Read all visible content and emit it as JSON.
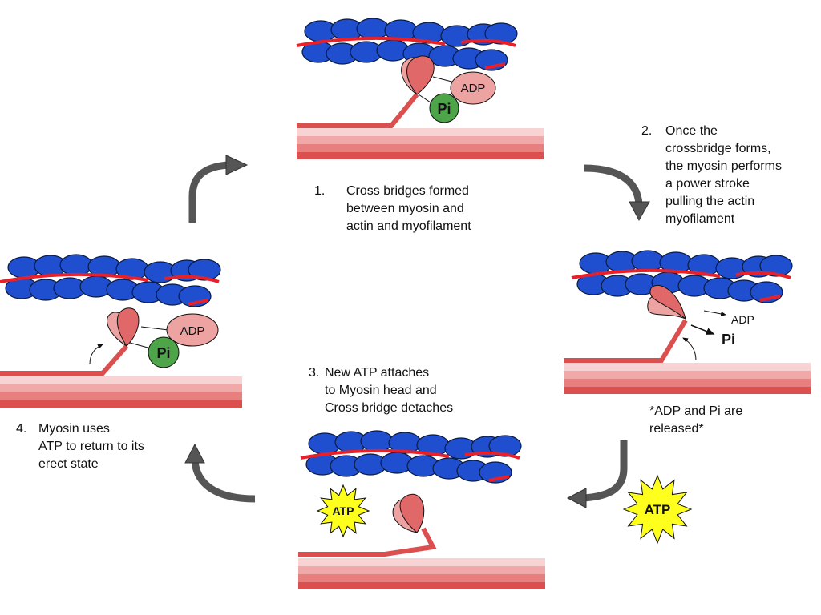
{
  "steps": [
    {
      "number": "1.",
      "text": "Cross bridges formed\nbetween myosin and\nactin and myofilament"
    },
    {
      "number": "2.",
      "text": "Once the\ncrossbridge forms,\nthe myosin performs\na power stroke\npulling the actin\nmyofilament"
    },
    {
      "number": "3.",
      "text": "New ATP attaches\nto Myosin head and\nCross bridge detaches"
    },
    {
      "number": "4.",
      "text": "Myosin uses\nATP to return to its\nerect state"
    }
  ],
  "release_note": "*ADP and Pi are\nreleased*",
  "molecules": {
    "adp": "ADP",
    "pi": "Pi",
    "atp": "ATP"
  },
  "colors": {
    "actin": "#1f4fcf",
    "tropomyosin": "#e8202a",
    "myosin_head": "#e06868",
    "myosin_head_light": "#eea3a3",
    "pi": "#4ea449",
    "atp": "#ffff1e",
    "arrow": "#555555"
  }
}
